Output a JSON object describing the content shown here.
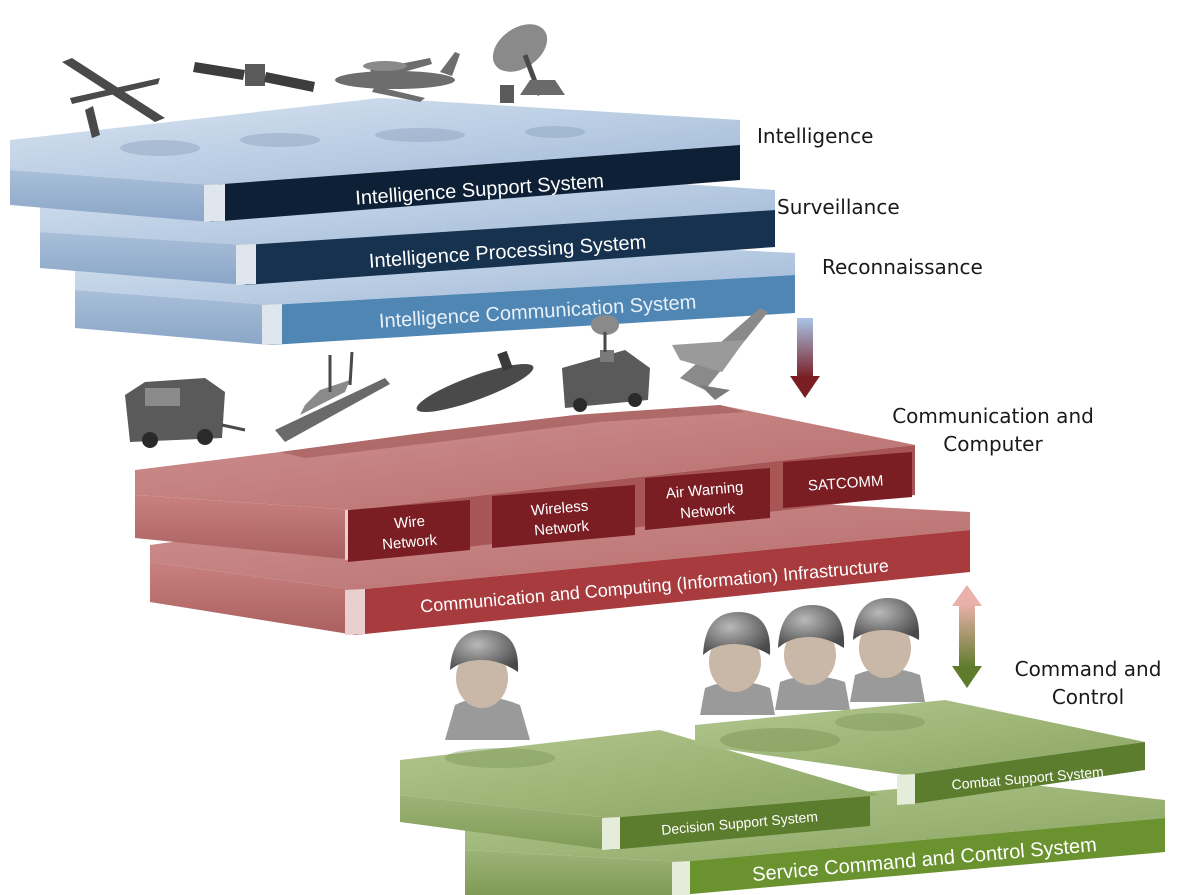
{
  "intelligence_stack": {
    "layers": [
      {
        "label": "Intelligence Support System",
        "color": "#0e2035"
      },
      {
        "label": "Intelligence Processing System",
        "color": "#16324f"
      },
      {
        "label": "Intelligence Communication System",
        "color": "#4f86b4"
      }
    ],
    "platform_icons": [
      "uav-drone-icon",
      "satellite-icon",
      "awacs-aircraft-icon",
      "satellite-dish-icon"
    ]
  },
  "side_labels": {
    "intelligence": "Intelligence",
    "surveillance": "Surveillance",
    "reconnaissance": "Reconnaissance",
    "communication_line1": "Communication and",
    "communication_line2": "Computer",
    "command_line1": "Command and",
    "command_line2": "Control"
  },
  "vehicle_icons": [
    "armored-vehicle-icon",
    "warship-icon",
    "submarine-icon",
    "radar-truck-icon",
    "fighter-jet-icon"
  ],
  "communication_stack": {
    "networks": [
      {
        "line1": "Wire",
        "line2": "Network"
      },
      {
        "line1": "Wireless",
        "line2": "Network"
      },
      {
        "line1": "Air Warning",
        "line2": "Network"
      },
      {
        "line1": "SATCOMM",
        "line2": ""
      }
    ],
    "base_label": "Communication and Computing (Information) Infrastructure",
    "color": "#8c2a2d"
  },
  "soldier_icons": [
    "soldier-icon",
    "soldier-icon",
    "soldier-icon",
    "soldier-icon"
  ],
  "command_stack": {
    "decision_label": "Decision Support System",
    "combat_label": "Combat Support System",
    "base_label": "Service Command  and Control System",
    "color": "#5c7d2e"
  },
  "colors": {
    "intel_top": "#b9cde4",
    "comm_top": "#c27a79",
    "command_top": "#9fb777",
    "arrow_blue_to_red": [
      "#a9c4e8",
      "#7a1e24"
    ],
    "arrow_red_green": [
      "#e2a6a0",
      "#5f7b2c"
    ]
  }
}
